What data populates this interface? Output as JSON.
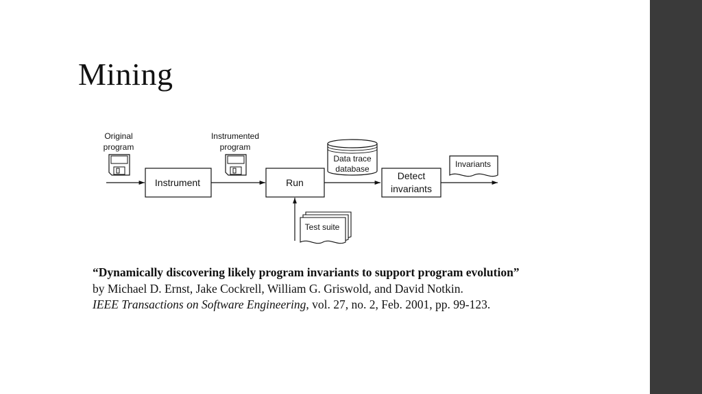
{
  "slide": {
    "title": "Mining",
    "accent_bar_color": "#3a3a3a"
  },
  "diagram": {
    "labels": {
      "original_program_1": "Original",
      "original_program_2": "program",
      "instrumented_program_1": "Instrumented",
      "instrumented_program_2": "program",
      "instrument": "Instrument",
      "run": "Run",
      "data_trace_1": "Data  trace",
      "data_trace_2": "database",
      "detect_1": "Detect",
      "detect_2": "invariants",
      "invariants": "Invariants",
      "test_suite": "Test  suite"
    },
    "icons": [
      "floppy-disk-icon",
      "floppy-disk-icon",
      "database-cylinder-icon",
      "document-icon",
      "document-stack-icon"
    ]
  },
  "citation": {
    "title": "“Dynamically discovering likely program invariants to support program evolution”",
    "authors": "by Michael D. Ernst, Jake Cockrell, William G. Griswold, and David Notkin.",
    "journal": "IEEE Transactions on Software Engineering",
    "details": ", vol. 27, no. 2, Feb. 2001, pp. 99-123."
  }
}
